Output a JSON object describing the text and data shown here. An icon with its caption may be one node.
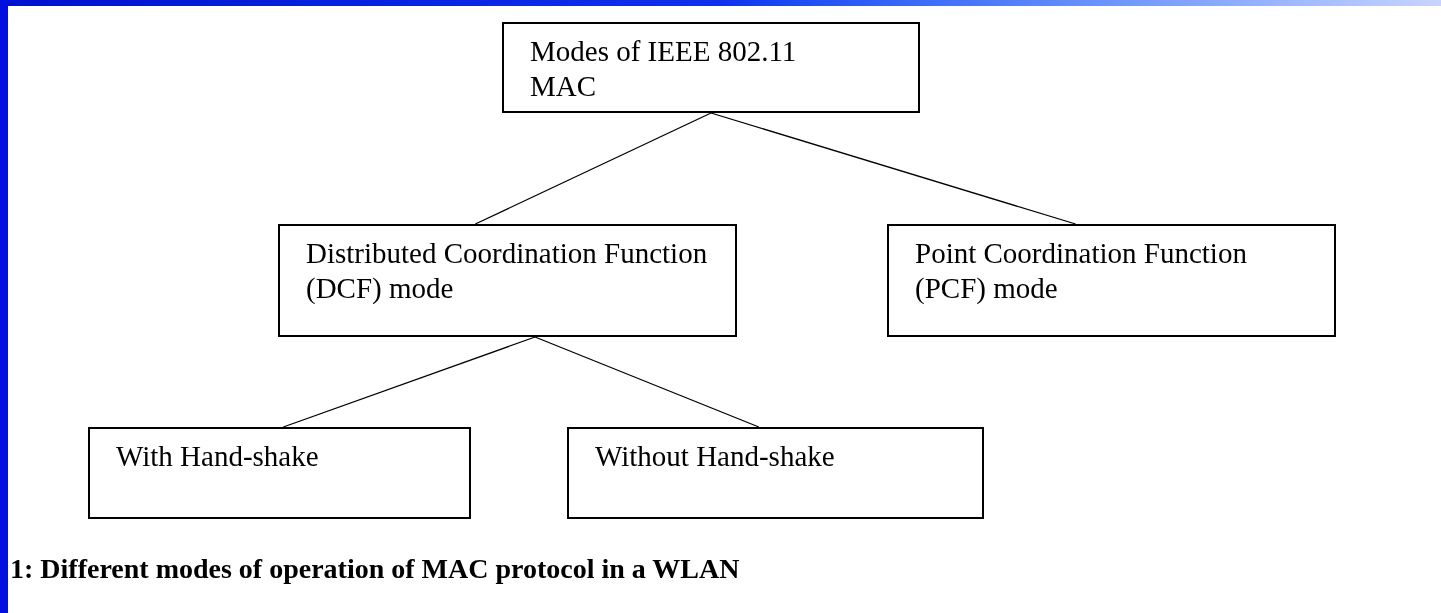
{
  "diagram": {
    "caption": "1: Different modes of operation of MAC protocol in a WLAN",
    "nodes": [
      {
        "text": [
          "Modes of IEEE 802.11 MAC"
        ]
      },
      {
        "text": [
          "Distributed Coordination Function (DCF) mode"
        ]
      },
      {
        "text": [
          "Point Coordination Function (PCF) mode"
        ]
      },
      {
        "text": [
          "With Hand-shake"
        ]
      },
      {
        "text": [
          "Without Hand-shake"
        ]
      }
    ],
    "edges": [
      {
        "from": 0,
        "to": 1,
        "arrow": "none"
      },
      {
        "from": 0,
        "to": 2,
        "arrow": "none"
      },
      {
        "from": 1,
        "to": 3,
        "arrow": "none"
      },
      {
        "from": 1,
        "to": 4,
        "arrow": "none"
      }
    ]
  }
}
